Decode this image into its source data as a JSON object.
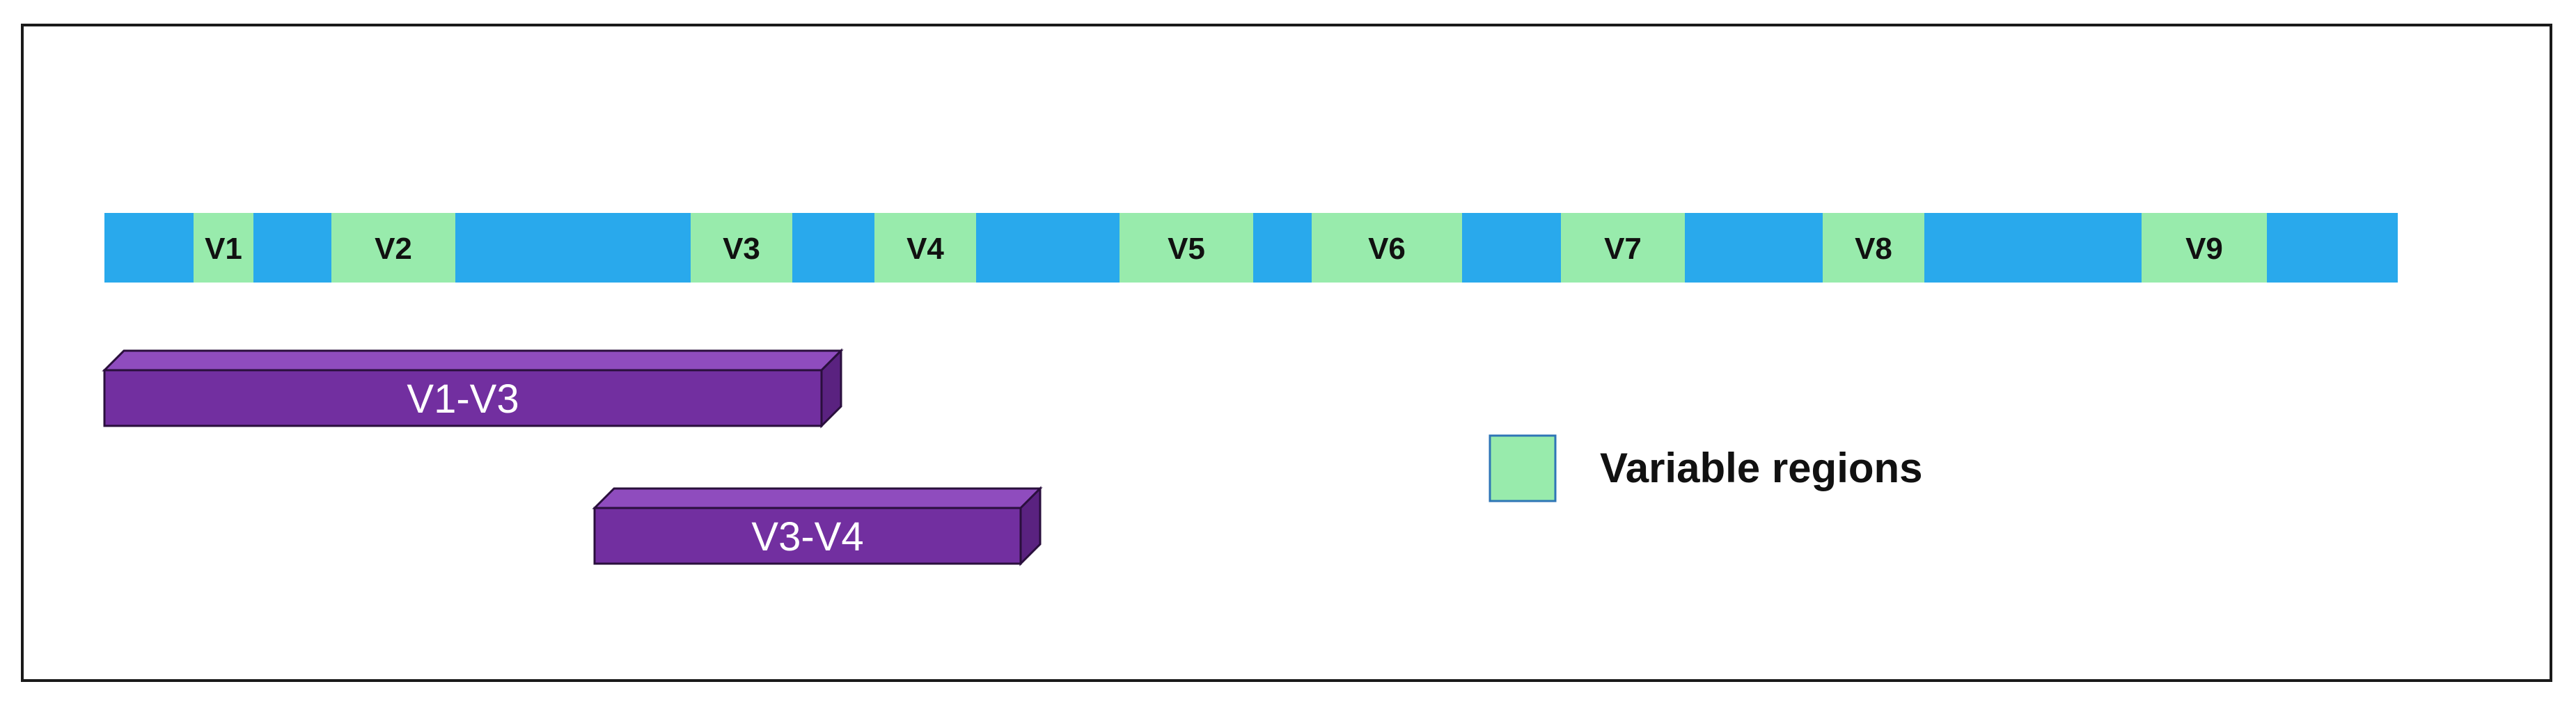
{
  "colors": {
    "gene_bar": "#29A9EC",
    "variable_region": "#98EBAC",
    "amplicon_front": "#722FA0",
    "amplicon_top": "#8F4CBE",
    "amplicon_side": "#5A2280",
    "legend_border": "#2E75B6"
  },
  "regions": [
    {
      "label": "V1"
    },
    {
      "label": "V2"
    },
    {
      "label": "V3"
    },
    {
      "label": "V4"
    },
    {
      "label": "V5"
    },
    {
      "label": "V6"
    },
    {
      "label": "V7"
    },
    {
      "label": "V8"
    },
    {
      "label": "V9"
    }
  ],
  "amplicons": [
    {
      "label": "V1-V3",
      "start_region": "V1",
      "end_region": "V3"
    },
    {
      "label": "V3-V4",
      "start_region": "V3",
      "end_region": "V4"
    }
  ],
  "legend": {
    "label": "Variable regions"
  }
}
